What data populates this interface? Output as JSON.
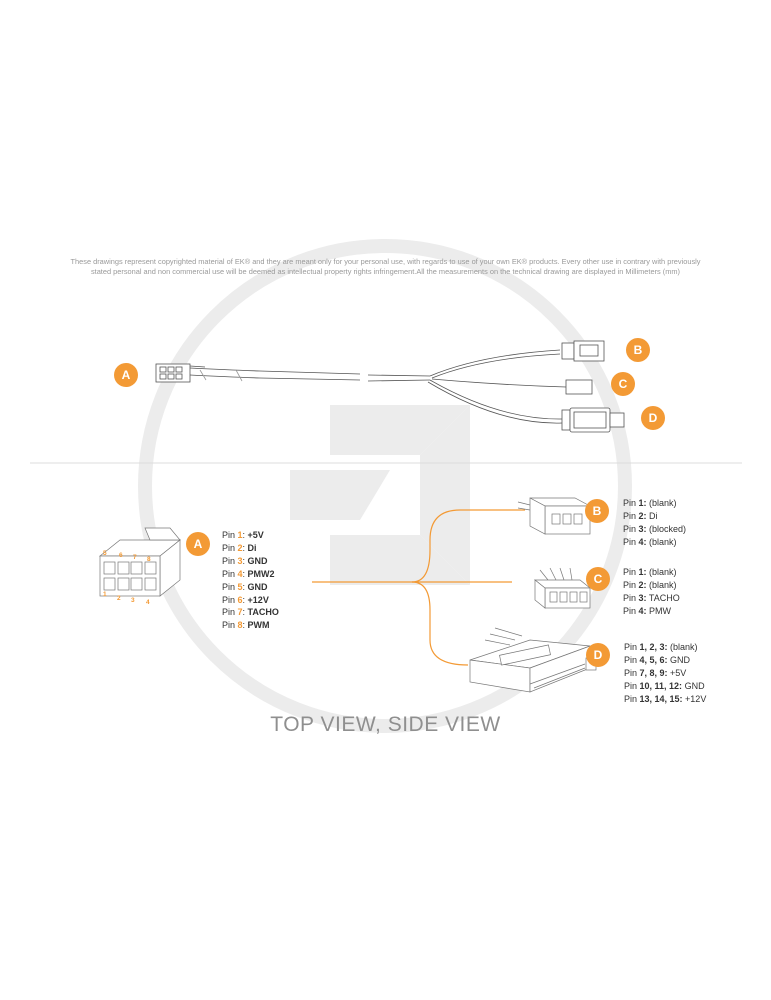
{
  "disclaimer": {
    "line1": "These drawings represent copyrighted material of EK® and they are meant only for your personal use, with regards to use of  your own EK® products. Every other use in contrary with previously",
    "line2": "stated personal and non commercial use will be deemed as intellectual property rights infringement.All the measurements on the technical drawing are displayed in Millimeters (mm)"
  },
  "labels": {
    "a": "A",
    "b": "B",
    "c": "C",
    "d": "D"
  },
  "colors": {
    "accent": "#f39a35",
    "line": "#555555",
    "watermark": "#ebebeb"
  },
  "connector_a": {
    "pin_index_top": [
      "5",
      "6",
      "7",
      "8"
    ],
    "pin_index_bottom": [
      "1",
      "2",
      "3",
      "4"
    ],
    "pins": [
      {
        "pin": "Pin ",
        "num": "1",
        "sep": ": ",
        "value": "+5V"
      },
      {
        "pin": "Pin ",
        "num": "2",
        "sep": ": ",
        "value": "Di"
      },
      {
        "pin": "Pin ",
        "num": "3",
        "sep": ": ",
        "value": "GND"
      },
      {
        "pin": "Pin ",
        "num": "4",
        "sep": ": ",
        "value": "PMW2"
      },
      {
        "pin": "Pin ",
        "num": "5",
        "sep": ": ",
        "value": "GND"
      },
      {
        "pin": "Pin ",
        "num": "6",
        "sep": ": ",
        "value": "+12V"
      },
      {
        "pin": "Pin ",
        "num": "7",
        "sep": ": ",
        "value": "TACHO"
      },
      {
        "pin": "Pin ",
        "num": "8",
        "sep": ": ",
        "value": "PWM"
      }
    ]
  },
  "connector_b": {
    "pins": [
      {
        "pin": "Pin ",
        "num": "1:",
        "value": " (blank)"
      },
      {
        "pin": "Pin ",
        "num": "2:",
        "value": " Di"
      },
      {
        "pin": "Pin ",
        "num": "3:",
        "value": " (blocked)"
      },
      {
        "pin": "Pin ",
        "num": "4:",
        "value": " (blank)"
      }
    ]
  },
  "connector_c": {
    "pins": [
      {
        "pin": "Pin ",
        "num": "1:",
        "value": " (blank)"
      },
      {
        "pin": "Pin ",
        "num": "2:",
        "value": " (blank)"
      },
      {
        "pin": "Pin ",
        "num": "3:",
        "value": " TACHO"
      },
      {
        "pin": "Pin ",
        "num": "4:",
        "value": " PMW"
      }
    ]
  },
  "connector_d": {
    "pins": [
      {
        "pin": "Pin ",
        "num": "1, 2, 3:",
        "value": " (blank)"
      },
      {
        "pin": "Pin ",
        "num": "4, 5, 6:",
        "value": " GND"
      },
      {
        "pin": "Pin ",
        "num": "7, 8, 9:",
        "value": " +5V"
      },
      {
        "pin": "Pin ",
        "num": "10, 11, 12:",
        "value": " GND"
      },
      {
        "pin": "Pin ",
        "num": "13, 14, 15:",
        "value": " +12V"
      }
    ]
  },
  "view_title": "TOP VIEW, SIDE VIEW"
}
